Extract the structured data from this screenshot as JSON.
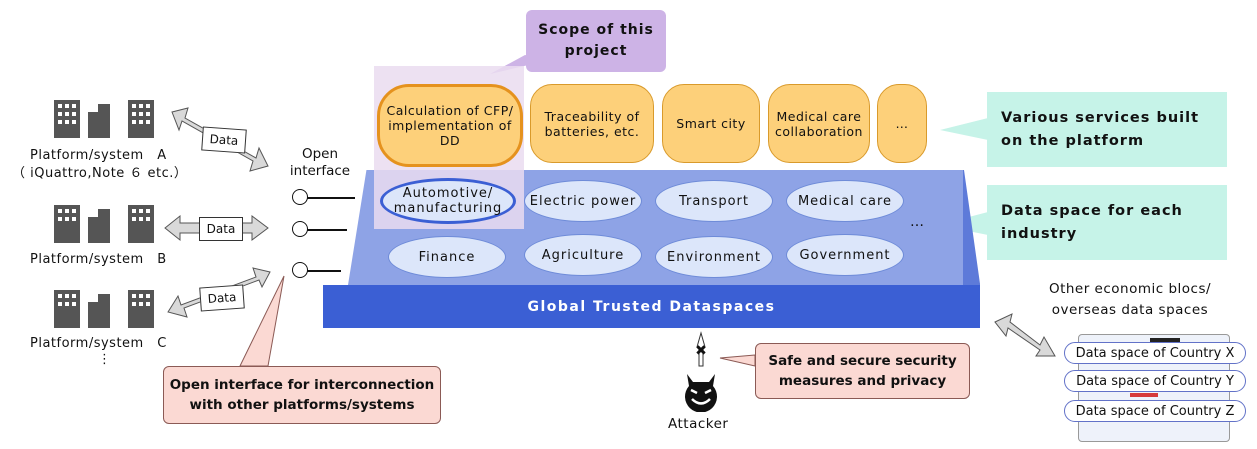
{
  "platforms": [
    {
      "label": "Platform/system　A",
      "sublabel": "（ iQuattro,Note ６ etc.）"
    },
    {
      "label": "Platform/system　B",
      "sublabel": ""
    },
    {
      "label": "Platform/system　C",
      "sublabel": "⋮"
    }
  ],
  "data_label": "Data",
  "open_interface_label": "Open interface",
  "open_interface_callout": "Open interface for interconnection with other platforms/systems",
  "scope_callout": "Scope of this project",
  "services": [
    {
      "label": "Calculation of CFP/ implementation of DD"
    },
    {
      "label": "Traceability of batteries, etc."
    },
    {
      "label": "Smart city"
    },
    {
      "label": "Medical care collaboration"
    },
    {
      "label": "…"
    }
  ],
  "services_callout": "Various services built on the platform",
  "industries": [
    {
      "label": "Automotive/ manufacturing"
    },
    {
      "label": "Electric power"
    },
    {
      "label": "Transport"
    },
    {
      "label": "Medical care"
    },
    {
      "label": "Finance"
    },
    {
      "label": "Agriculture"
    },
    {
      "label": "Environment"
    },
    {
      "label": "Government"
    }
  ],
  "industries_ellipsis": "…",
  "industries_callout": "Data space for each industry",
  "platform_name": "Global Trusted Dataspaces",
  "other_blocs_label": "Other economic blocs/ overseas data spaces",
  "countries": [
    "Data space of Country X",
    "Data space of Country Y",
    "Data space of Country Z"
  ],
  "security_callout": "Safe and secure security measures and privacy",
  "attacker_label": "Attacker",
  "colors": {
    "platform_front": "#3b5fd4",
    "platform_top": "#8ea3e6",
    "industry_fill": "#dce6fa",
    "service_fill": "#fdd07a",
    "green_callout": "#c6f3e8",
    "pink_callout": "#fbd9d3",
    "scope_callout": "#cdb3e6"
  }
}
